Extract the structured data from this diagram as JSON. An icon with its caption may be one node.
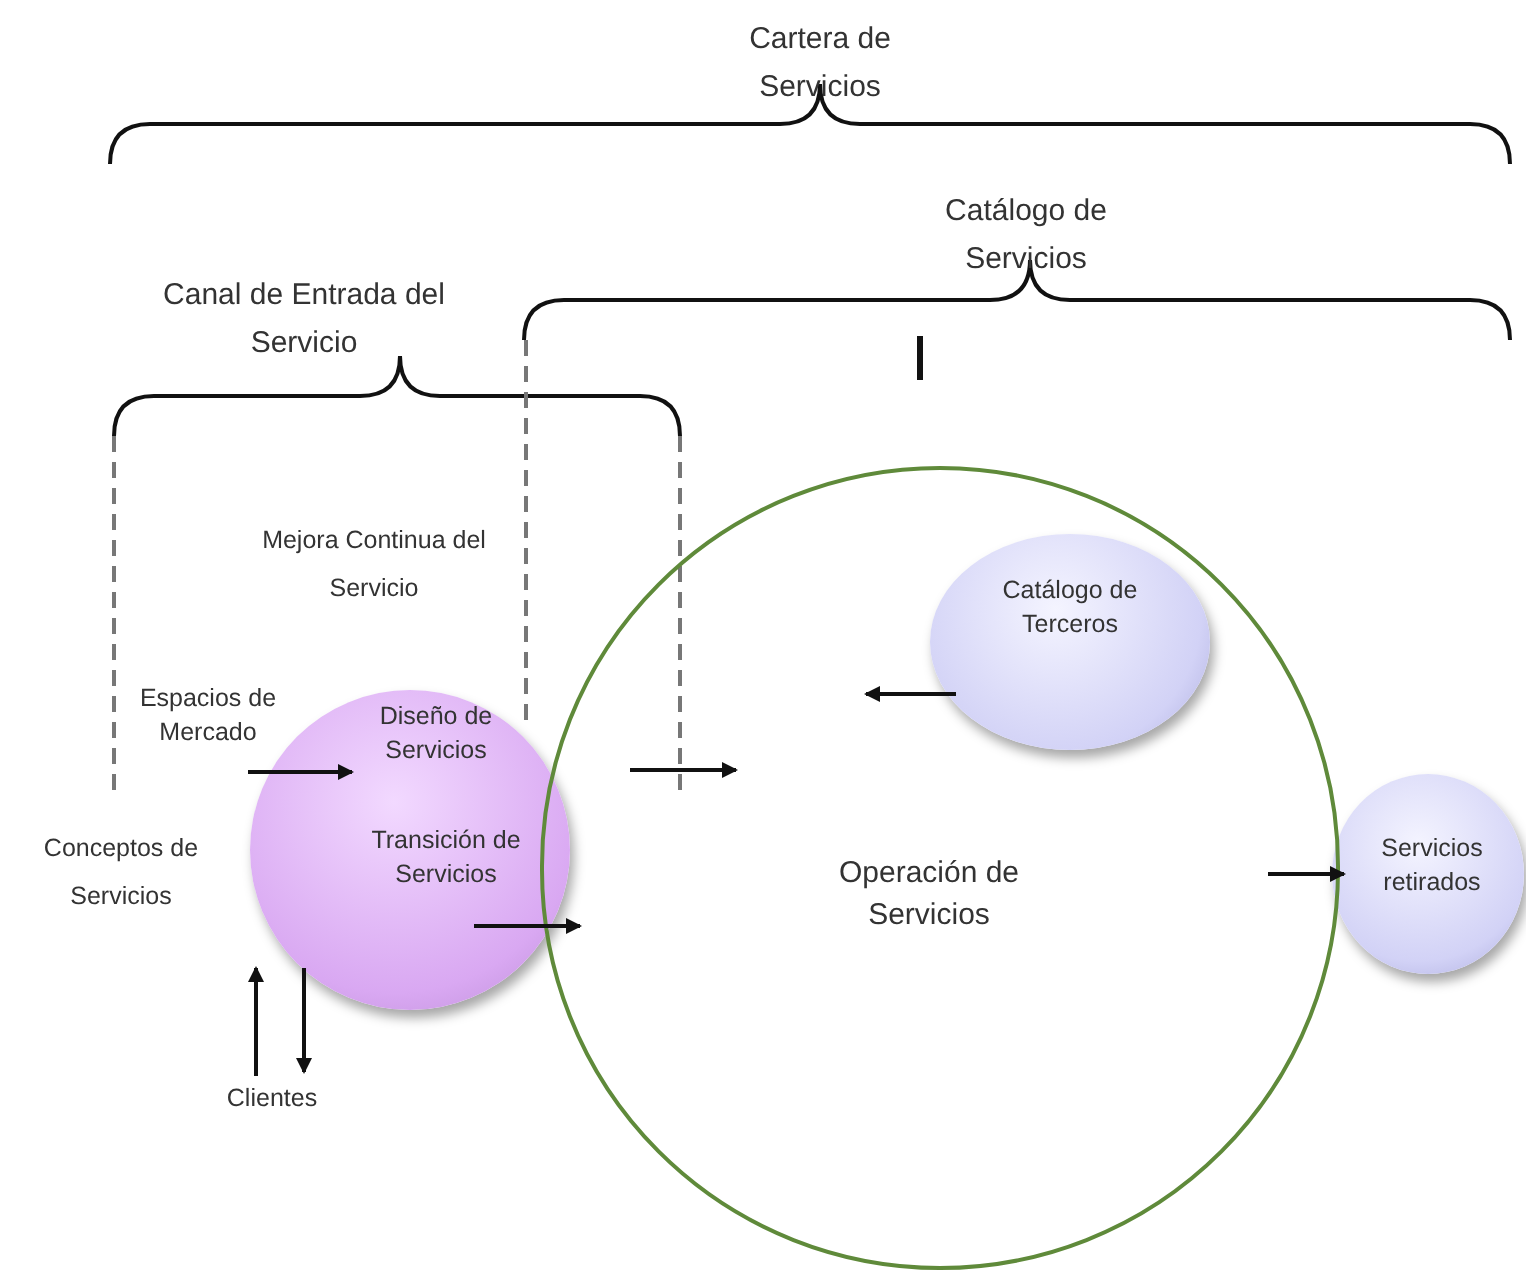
{
  "diagram": {
    "nodes": [
      {
        "text": [
          "Diseño de Servicios",
          "Transición de Servicios"
        ]
      },
      {
        "text": [
          "Operación de Servicios"
        ]
      },
      {
        "text": [
          "Catálogo de Terceros"
        ],
        "in": 1
      },
      {
        "text": [
          "Servicios retirados"
        ]
      },
      {
        "text": [
          "Espacios de Mercado"
        ]
      },
      {
        "text": [
          "Clientes"
        ]
      }
    ],
    "edges": [
      {
        "from": 4,
        "to": 0,
        "arrow": "to"
      },
      {
        "from": 5,
        "to": 0,
        "arrow": "to"
      },
      {
        "from": 0,
        "to": 5,
        "arrow": "to"
      },
      {
        "from": null,
        "to": 3,
        "arrow": "to"
      }
    ],
    "labels": [
      "Cartera de Servicios",
      "Catálogo de Servicios",
      "Canal de Entrada del Servicio",
      "Mejora Continua del Servicio",
      "Conceptos de Servicios"
    ]
  }
}
